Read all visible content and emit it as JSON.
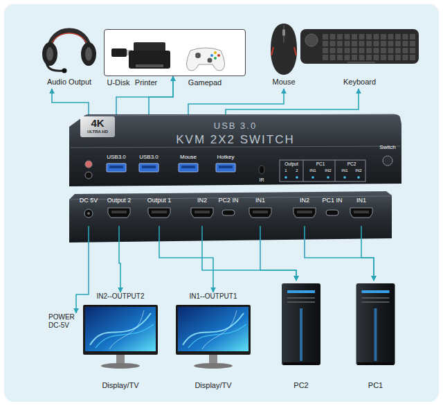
{
  "diagram": {
    "nodes": [
      {
        "text": [
          "Audio Output"
        ]
      },
      {
        "text": [
          "U-Disk",
          "Printer",
          "Gamepad"
        ]
      },
      {
        "text": [
          "Mouse"
        ]
      },
      {
        "text": [
          "Keyboard"
        ]
      },
      {
        "text": [
          "USB 3.0",
          "KVM 2X2 SWITCH"
        ]
      },
      {
        "text": [
          "USB3.0"
        ],
        "in": 4
      },
      {
        "text": [
          "USB3.0"
        ],
        "in": 4
      },
      {
        "text": [
          "Mouse"
        ],
        "in": 4
      },
      {
        "text": [
          "Hotkey"
        ],
        "in": 4
      },
      {
        "text": [
          "DC 5V"
        ]
      },
      {
        "text": [
          "Output 2"
        ]
      },
      {
        "text": [
          "Output 1"
        ]
      },
      {
        "text": [
          "IN2"
        ]
      },
      {
        "text": [
          "PC2 IN"
        ]
      },
      {
        "text": [
          "IN1"
        ]
      },
      {
        "text": [
          "IN2"
        ]
      },
      {
        "text": [
          "PC1 IN"
        ]
      },
      {
        "text": [
          "IN1"
        ]
      },
      {
        "text": [
          "POWER DC-5V"
        ]
      },
      {
        "text": [
          "IN2--OUTPUT2",
          "Display/TV"
        ]
      },
      {
        "text": [
          "IN1--OUTPUT1",
          "Display/TV"
        ]
      },
      {
        "text": [
          "PC2"
        ]
      },
      {
        "text": [
          "PC1"
        ]
      }
    ],
    "edges": [
      {
        "from": 4,
        "to": 0,
        "arrow": "to"
      },
      {
        "from": 5,
        "to": 1,
        "arrow": "to"
      },
      {
        "from": 6,
        "to": 1,
        "arrow": "to"
      },
      {
        "from": 7,
        "to": 2,
        "arrow": "to"
      },
      {
        "from": 8,
        "to": 3,
        "arrow": "to"
      },
      {
        "from": 9,
        "to": 18,
        "arrow": "to"
      },
      {
        "from": 10,
        "to": 19,
        "arrow": "to"
      },
      {
        "from": 11,
        "to": 20,
        "arrow": "to"
      },
      {
        "from": 12,
        "to": 21,
        "arrow": "to"
      },
      {
        "from": 14,
        "to": 21,
        "arrow": "to"
      },
      {
        "from": 15,
        "to": 22,
        "arrow": "to"
      },
      {
        "from": 17,
        "to": 22,
        "arrow": "to"
      }
    ],
    "labels": [
      "4K",
      "ULTRA HD",
      "Switch",
      "IR",
      "Output",
      "1",
      "2",
      "PC1",
      "IN1",
      "IN2",
      "PC2",
      "IN1",
      "IN2"
    ]
  }
}
